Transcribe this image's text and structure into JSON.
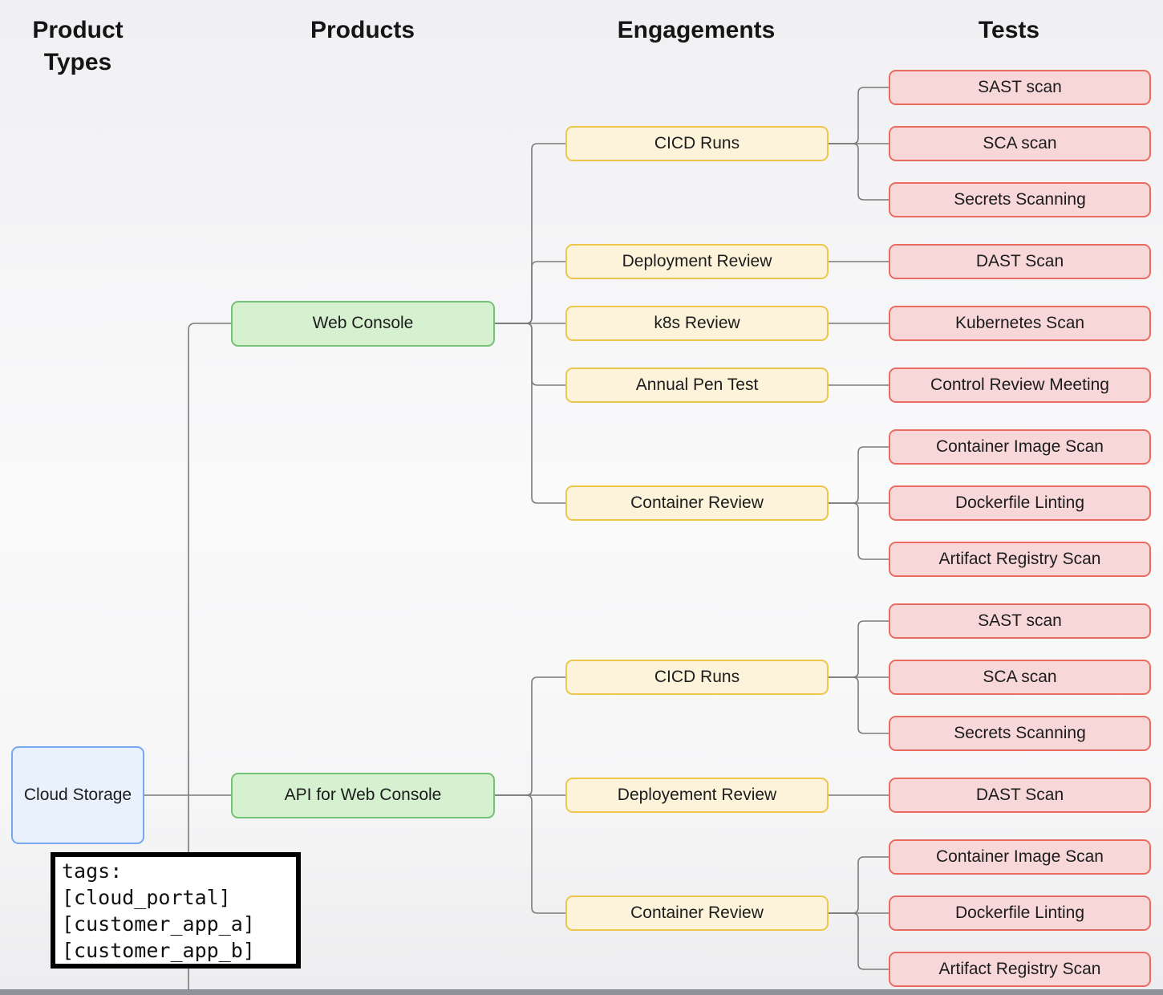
{
  "columns": [
    "Product Types",
    "Products",
    "Engagements",
    "Tests"
  ],
  "colors": {
    "line": "#7a7a7a",
    "product_type": {
      "fill": "#E9F1FD",
      "border": "#78A7F2"
    },
    "product": {
      "fill": "#D5F1D0",
      "border": "#74C178"
    },
    "engagement": {
      "fill": "#FCF3DA",
      "border": "#EDC64D"
    },
    "test": {
      "fill": "#F8D7D8",
      "border": "#EA6C60"
    }
  },
  "diagram": {
    "product_type": {
      "label": "Cloud Storage"
    },
    "products": [
      {
        "label": "Web Console",
        "engagements": [
          {
            "label": "CICD Runs",
            "tests": [
              "SAST scan",
              "SCA scan",
              "Secrets Scanning"
            ]
          },
          {
            "label": "Deployment Review",
            "tests": [
              "DAST Scan"
            ]
          },
          {
            "label": "k8s Review",
            "tests": [
              "Kubernetes Scan"
            ]
          },
          {
            "label": "Annual Pen Test",
            "tests": [
              "Control Review Meeting"
            ]
          },
          {
            "label": "Container Review",
            "tests": [
              "Container Image Scan",
              "Dockerfile Linting",
              "Artifact Registry Scan"
            ]
          }
        ]
      },
      {
        "label": "API for Web Console",
        "engagements": [
          {
            "label": "CICD Runs",
            "tests": [
              "SAST scan",
              "SCA scan",
              "Secrets Scanning"
            ]
          },
          {
            "label": "Deployement Review",
            "tests": [
              "DAST Scan"
            ]
          },
          {
            "label": "Container Review",
            "tests": [
              "Container Image Scan",
              "Dockerfile Linting",
              "Artifact Registry Scan"
            ]
          }
        ]
      }
    ]
  },
  "tags_note": {
    "lines": [
      "tags:",
      "[cloud_portal]",
      "[customer_app_a]",
      "[customer_app_b]"
    ]
  }
}
